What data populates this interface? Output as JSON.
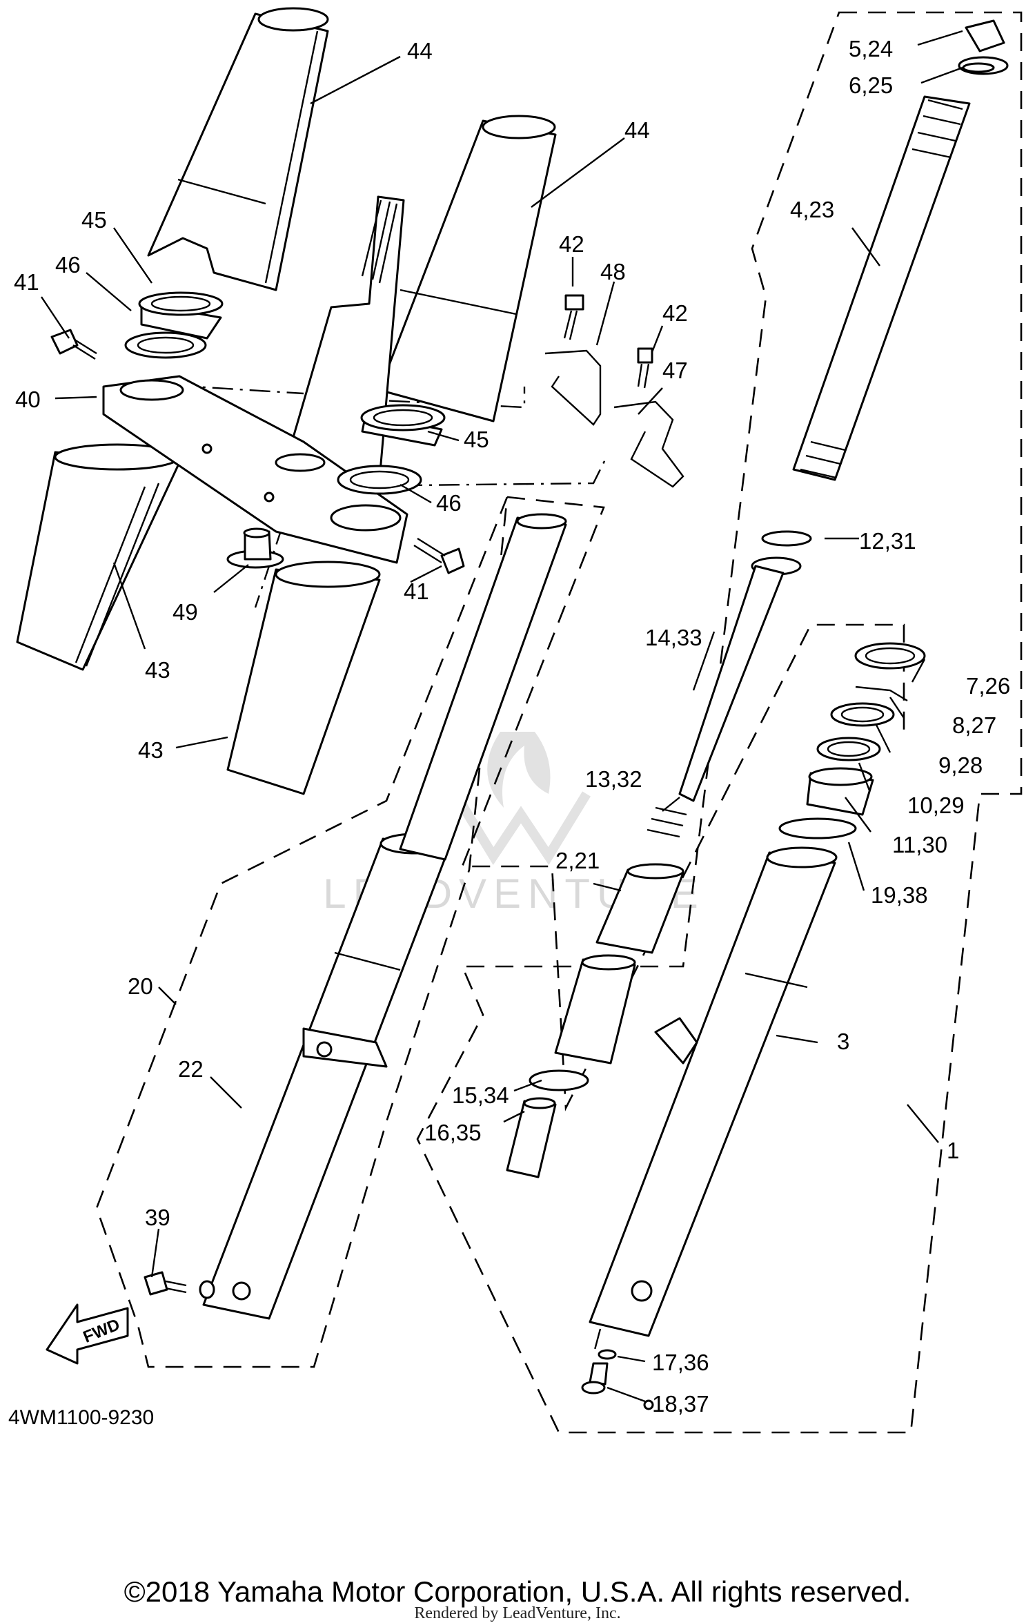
{
  "diagram": {
    "callouts": [
      {
        "id": "c44a",
        "text": "44"
      },
      {
        "id": "c44b",
        "text": "44"
      },
      {
        "id": "c45a",
        "text": "45"
      },
      {
        "id": "c46a",
        "text": "46"
      },
      {
        "id": "c41a",
        "text": "41"
      },
      {
        "id": "c40",
        "text": "40"
      },
      {
        "id": "c42a",
        "text": "42"
      },
      {
        "id": "c48",
        "text": "48"
      },
      {
        "id": "c42b",
        "text": "42"
      },
      {
        "id": "c47",
        "text": "47"
      },
      {
        "id": "c45b",
        "text": "45"
      },
      {
        "id": "c46b",
        "text": "46"
      },
      {
        "id": "c41b",
        "text": "41"
      },
      {
        "id": "c49",
        "text": "49"
      },
      {
        "id": "c43a",
        "text": "43"
      },
      {
        "id": "c43b",
        "text": "43"
      },
      {
        "id": "c5_24",
        "text": "5,24"
      },
      {
        "id": "c6_25",
        "text": "6,25"
      },
      {
        "id": "c4_23",
        "text": "4,23"
      },
      {
        "id": "c12_31",
        "text": "12,31"
      },
      {
        "id": "c14_33",
        "text": "14,33"
      },
      {
        "id": "c7_26",
        "text": "7,26"
      },
      {
        "id": "c8_27",
        "text": "8,27"
      },
      {
        "id": "c9_28",
        "text": "9,28"
      },
      {
        "id": "c10_29",
        "text": "10,29"
      },
      {
        "id": "c11_30",
        "text": "11,30"
      },
      {
        "id": "c13_32",
        "text": "13,32"
      },
      {
        "id": "c19_38",
        "text": "19,38"
      },
      {
        "id": "c2_21",
        "text": "2,21"
      },
      {
        "id": "c20",
        "text": "20"
      },
      {
        "id": "c3",
        "text": "3"
      },
      {
        "id": "c22",
        "text": "22"
      },
      {
        "id": "c15_34",
        "text": "15,34"
      },
      {
        "id": "c16_35",
        "text": "16,35"
      },
      {
        "id": "c1",
        "text": "1"
      },
      {
        "id": "c39",
        "text": "39"
      },
      {
        "id": "c17_36",
        "text": "17,36"
      },
      {
        "id": "c18_37",
        "text": "18,37"
      }
    ],
    "fwd_label": "FWD",
    "diagram_code": "4WM1100-9230",
    "watermark": "LEADVENTURE",
    "copyright": "©2018 Yamaha Motor Corporation, U.S.A. All rights reserved.",
    "rendered_by": "Rendered by LeadVenture, Inc."
  }
}
